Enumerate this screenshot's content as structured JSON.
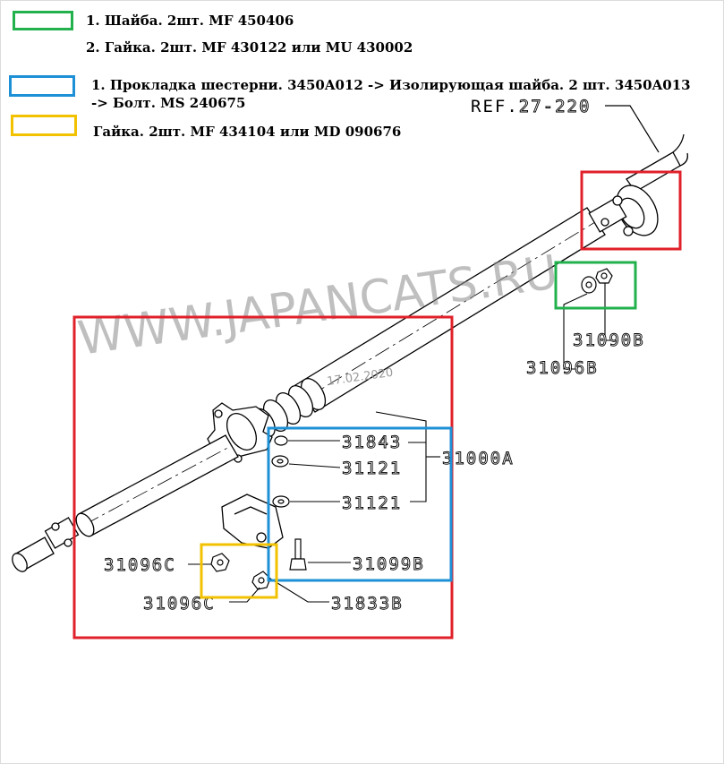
{
  "legend": {
    "green": {
      "color": "#22b14c",
      "line1": "1. Шайба. 2шт. MF 450406",
      "line2": "2. Гайка. 2шт. MF 430122 или MU 430002"
    },
    "blue": {
      "color": "#1e90d6",
      "line1": "1. Прокладка шестерни. 3450A012 -> Изолирующая шайба. 2 шт. 3450A013",
      "line2": "-> Болт. MS 240675"
    },
    "yellow": {
      "color": "#f2c200",
      "line1": "Гайка. 2шт. MF 434104 или MD 090676"
    }
  },
  "highlight_colors": {
    "red": "#e0202a"
  },
  "diagram": {
    "ref": {
      "prefix": "REF.",
      "number": "27-220"
    },
    "watermark": "WWW.JAPANCATS.RU",
    "date": "17.02.2020",
    "parts": {
      "p31090B": "31090B",
      "p31096B": "31096B",
      "p31843": "31843",
      "p31121a": "31121",
      "p31121b": "31121",
      "p31000A": "31000A",
      "p31099B": "31099B",
      "p31096C_left": "31096C",
      "p31096C_bottom": "31096C",
      "p31833B": "31833B"
    }
  }
}
